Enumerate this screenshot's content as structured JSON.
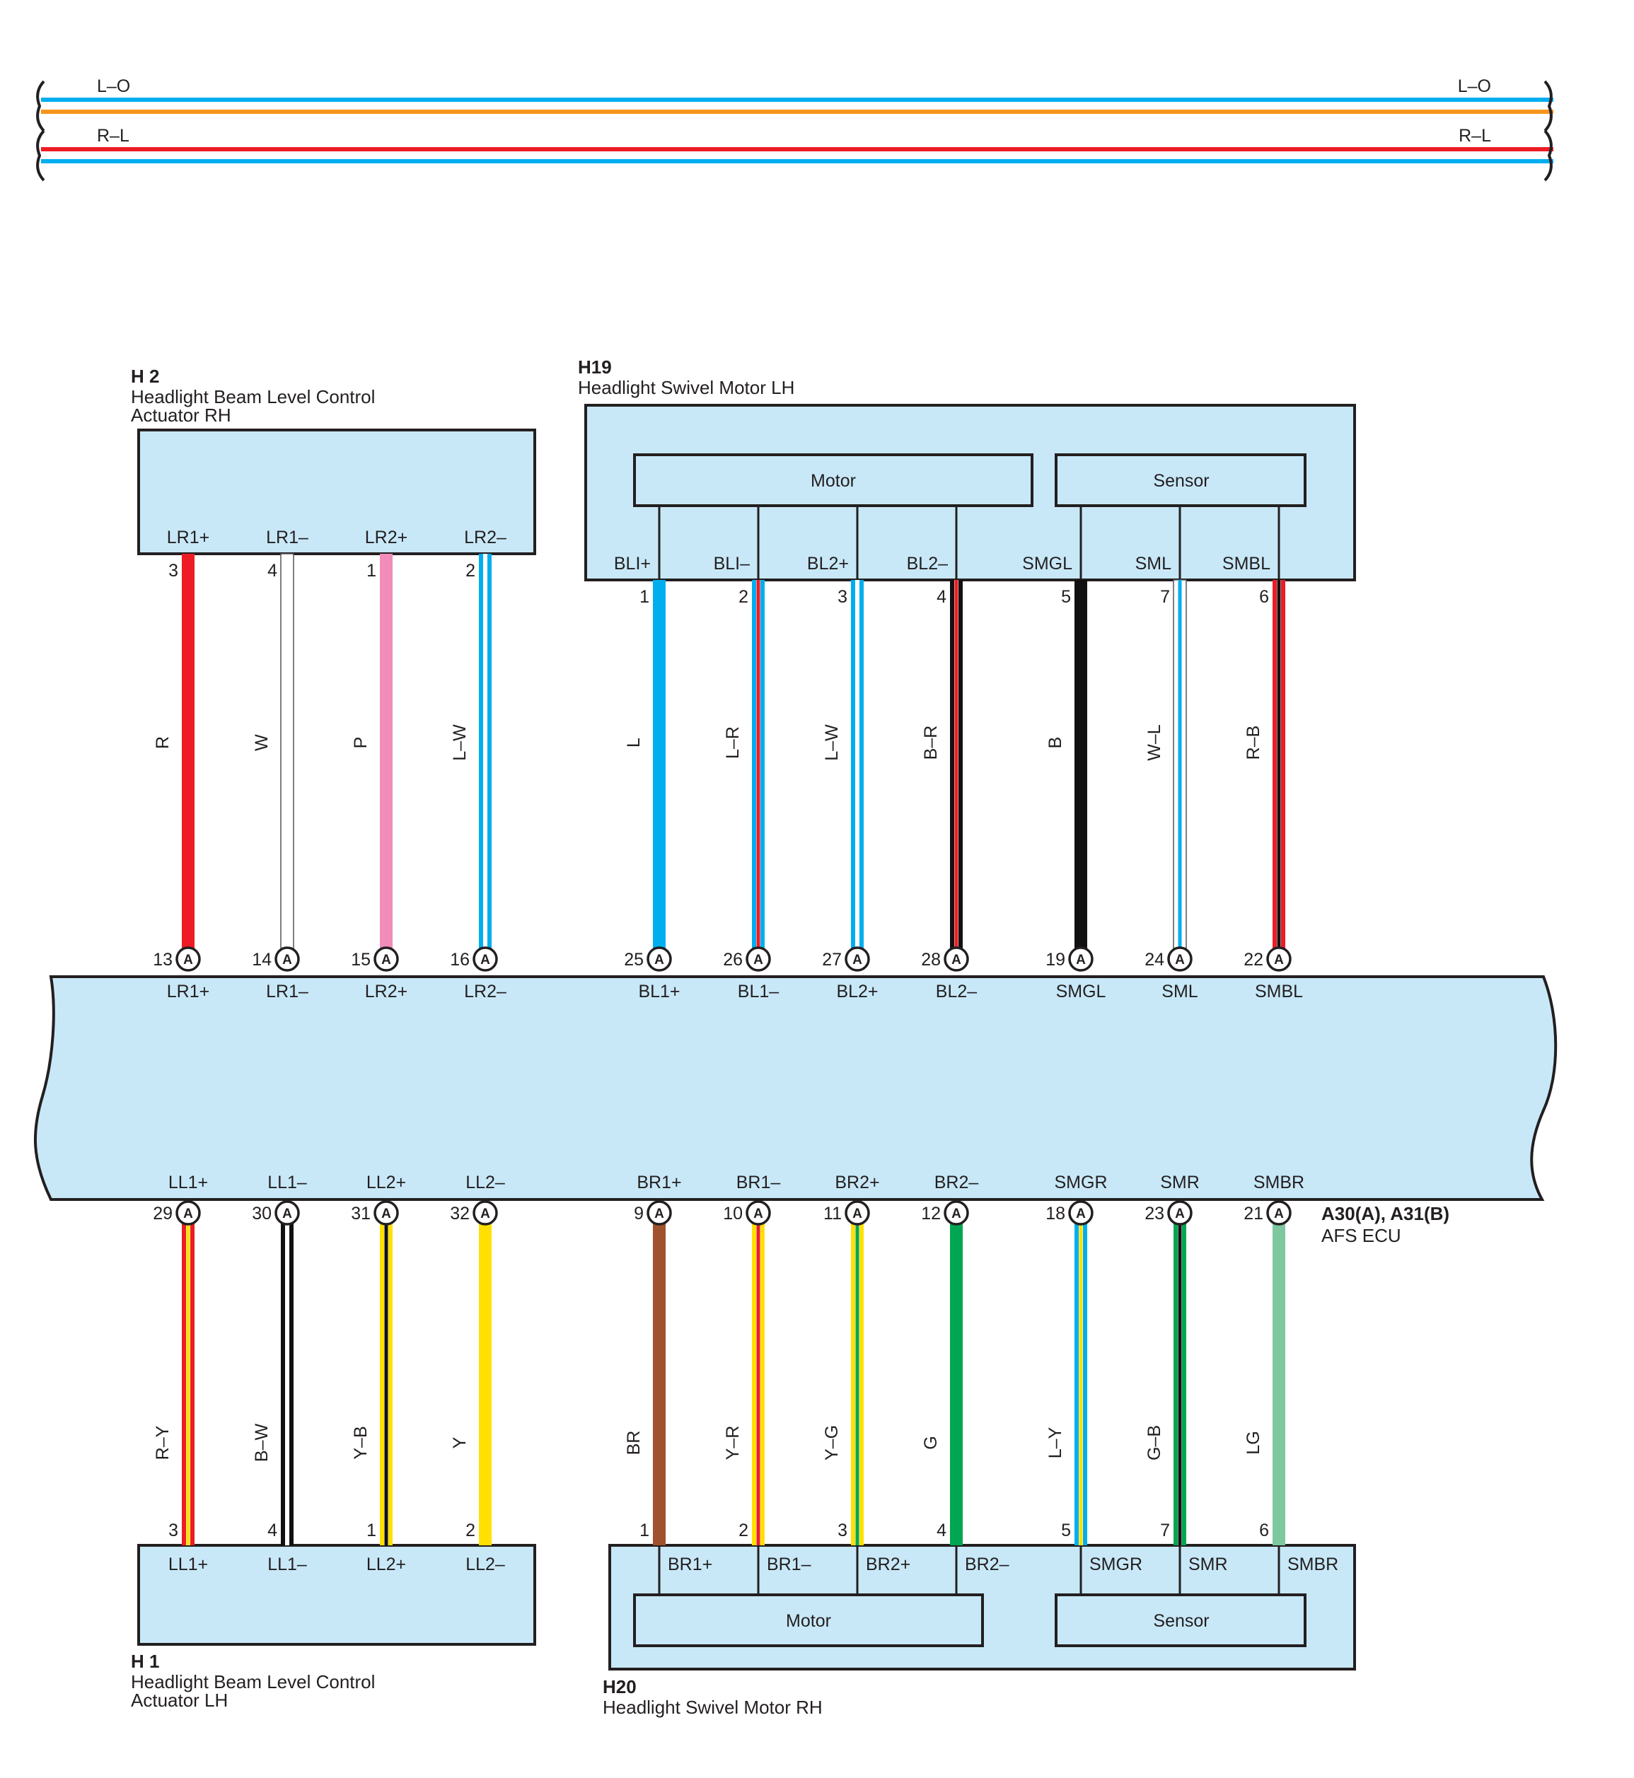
{
  "colors": {
    "box_fill": "#c8e8f8",
    "outline": "#231f20",
    "R": "#ed1c24",
    "W": "#ffffff",
    "P": "#f28cb8",
    "L": "#00aeef",
    "B": "#111111",
    "BR": "#a0522d",
    "Y": "#ffe000",
    "G": "#00a651",
    "LG": "#7ec8a0",
    "O": "#f7941d"
  },
  "top_bus": [
    {
      "label_left": "L–O",
      "label_right": "L–O",
      "base": "L",
      "stripe": "O"
    },
    {
      "label_left": "R–L",
      "label_right": "R–L",
      "base": "R",
      "stripe": "L"
    }
  ],
  "ecu": {
    "title": "A30(A), A31(B)",
    "subtitle": "AFS ECU",
    "connector_letter": "A"
  },
  "h2": {
    "id": "H 2",
    "line1": "Headlight Beam Level Control",
    "line2": "Actuator RH"
  },
  "h19": {
    "id": "H19",
    "line1": "Headlight Swivel Motor LH",
    "motor": "Motor",
    "sensor": "Sensor"
  },
  "h1": {
    "id": "H 1",
    "line1": "Headlight Beam Level Control",
    "line2": "Actuator LH"
  },
  "h20": {
    "id": "H20",
    "line1": "Headlight Swivel Motor RH",
    "motor": "Motor",
    "sensor": "Sensor"
  },
  "upper_wires": [
    {
      "comp_term": "LR1+",
      "comp_pin": "3",
      "color": "R",
      "base": "R",
      "stripe": null,
      "ecu_pin": "13",
      "ecu_term": "LR1+"
    },
    {
      "comp_term": "LR1–",
      "comp_pin": "4",
      "color": "W",
      "base": "W",
      "stripe": null,
      "ecu_pin": "14",
      "ecu_term": "LR1–"
    },
    {
      "comp_term": "LR2+",
      "comp_pin": "1",
      "color": "P",
      "base": "P",
      "stripe": null,
      "ecu_pin": "15",
      "ecu_term": "LR2+"
    },
    {
      "comp_term": "LR2–",
      "comp_pin": "2",
      "color": "L–W",
      "base": "L",
      "stripe": "W",
      "ecu_pin": "16",
      "ecu_term": "LR2–"
    },
    {
      "comp_term": "BLI+",
      "comp_pin": "1",
      "color": "L",
      "base": "L",
      "stripe": null,
      "ecu_pin": "25",
      "ecu_term": "BL1+"
    },
    {
      "comp_term": "BLI–",
      "comp_pin": "2",
      "color": "L–R",
      "base": "L",
      "stripe": "R",
      "ecu_pin": "26",
      "ecu_term": "BL1–"
    },
    {
      "comp_term": "BL2+",
      "comp_pin": "3",
      "color": "L–W",
      "base": "L",
      "stripe": "W",
      "ecu_pin": "27",
      "ecu_term": "BL2+"
    },
    {
      "comp_term": "BL2–",
      "comp_pin": "4",
      "color": "B–R",
      "base": "B",
      "stripe": "R",
      "ecu_pin": "28",
      "ecu_term": "BL2–"
    },
    {
      "comp_term": "SMGL",
      "comp_pin": "5",
      "color": "B",
      "base": "B",
      "stripe": null,
      "ecu_pin": "19",
      "ecu_term": "SMGL"
    },
    {
      "comp_term": "SML",
      "comp_pin": "7",
      "color": "W–L",
      "base": "W",
      "stripe": "L",
      "ecu_pin": "24",
      "ecu_term": "SML"
    },
    {
      "comp_term": "SMBL",
      "comp_pin": "6",
      "color": "R–B",
      "base": "R",
      "stripe": "B",
      "ecu_pin": "22",
      "ecu_term": "SMBL"
    }
  ],
  "lower_wires": [
    {
      "ecu_term": "LL1+",
      "ecu_pin": "29",
      "color": "R–Y",
      "base": "R",
      "stripe": "Y",
      "comp_pin": "3",
      "comp_term": "LL1+"
    },
    {
      "ecu_term": "LL1–",
      "ecu_pin": "30",
      "color": "B–W",
      "base": "B",
      "stripe": "W",
      "comp_pin": "4",
      "comp_term": "LL1–"
    },
    {
      "ecu_term": "LL2+",
      "ecu_pin": "31",
      "color": "Y–B",
      "base": "Y",
      "stripe": "B",
      "comp_pin": "1",
      "comp_term": "LL2+"
    },
    {
      "ecu_term": "LL2–",
      "ecu_pin": "32",
      "color": "Y",
      "base": "Y",
      "stripe": null,
      "comp_pin": "2",
      "comp_term": "LL2–"
    },
    {
      "ecu_term": "BR1+",
      "ecu_pin": "9",
      "color": "BR",
      "base": "BR",
      "stripe": null,
      "comp_pin": "1",
      "comp_term": "BR1+"
    },
    {
      "ecu_term": "BR1–",
      "ecu_pin": "10",
      "color": "Y–R",
      "base": "Y",
      "stripe": "R",
      "comp_pin": "2",
      "comp_term": "BR1–"
    },
    {
      "ecu_term": "BR2+",
      "ecu_pin": "11",
      "color": "Y–G",
      "base": "Y",
      "stripe": "G",
      "comp_pin": "3",
      "comp_term": "BR2+"
    },
    {
      "ecu_term": "BR2–",
      "ecu_pin": "12",
      "color": "G",
      "base": "G",
      "stripe": null,
      "comp_pin": "4",
      "comp_term": "BR2–"
    },
    {
      "ecu_term": "SMGR",
      "ecu_pin": "18",
      "color": "L–Y",
      "base": "L",
      "stripe": "Y",
      "comp_pin": "5",
      "comp_term": "SMGR"
    },
    {
      "ecu_term": "SMR",
      "ecu_pin": "23",
      "color": "G–B",
      "base": "G",
      "stripe": "B",
      "comp_pin": "7",
      "comp_term": "SMR"
    },
    {
      "ecu_term": "SMBR",
      "ecu_pin": "21",
      "color": "LG",
      "base": "LG",
      "stripe": null,
      "comp_pin": "6",
      "comp_term": "SMBR"
    }
  ]
}
